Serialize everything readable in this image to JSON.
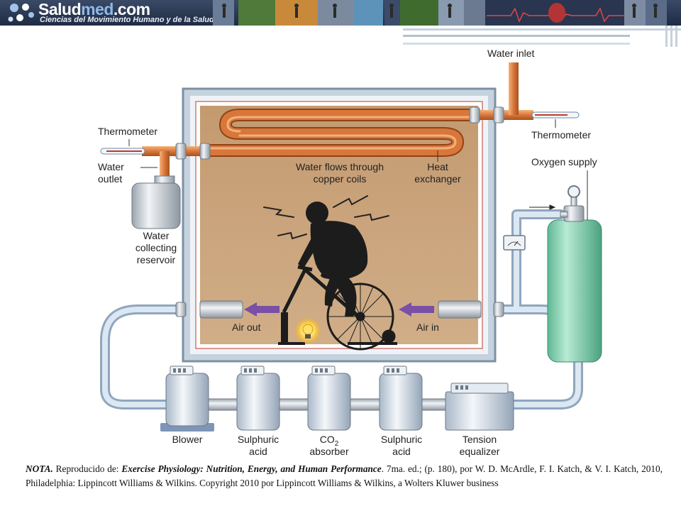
{
  "banner": {
    "brand_prefix": "Salud",
    "brand_highlight": "med",
    "brand_suffix": ".com",
    "tagline": "Ciencias del Movimiento Humano y de la Salud"
  },
  "diagram": {
    "labels": {
      "water_inlet": "Water inlet",
      "thermometer_left": "Thermometer",
      "thermometer_right": "Thermometer",
      "water_outlet_1": "Water",
      "water_outlet_2": "outlet",
      "water_flows_1": "Water flows through",
      "water_flows_2": "copper coils",
      "heat_exchanger_1": "Heat",
      "heat_exchanger_2": "exchanger",
      "oxygen_supply": "Oxygen supply",
      "reservoir_1": "Water",
      "reservoir_2": "collecting",
      "reservoir_3": "reservoir",
      "air_out": "Air out",
      "air_in": "Air in",
      "blower": "Blower",
      "sulphuric_acid_1a": "Sulphuric",
      "sulphuric_acid_1b": "acid",
      "co2_absorber_1": "CO",
      "co2_sub": "2",
      "co2_absorber_2": "absorber",
      "sulphuric_acid_2a": "Sulphuric",
      "sulphuric_acid_2b": "acid",
      "tension_1": "Tension",
      "tension_2": "equalizer"
    },
    "colors": {
      "chamber_fill": "#c9a27a",
      "pipe_copper": "#d97a3c",
      "cylinder_green": "#8ed1b4",
      "tube_blue": "#c9d9e8",
      "arrow_purple": "#7a4fa6"
    }
  },
  "note": {
    "prefix": "NOTA.",
    "reproduced": " Reproducido de: ",
    "book_title": "Exercise Physiology: Nutrition, Energy, and Human Performance",
    "details": ". 7ma. ed.; (p. 180), por W. D. McArdle, F. I. Katch, & V. I. Katch, 2010, Philadelphia: Lippincott Williams & Wilkins. Copyright 2010 por Lippincott Williams & Wilkins, a Wolters Kluwer business"
  }
}
